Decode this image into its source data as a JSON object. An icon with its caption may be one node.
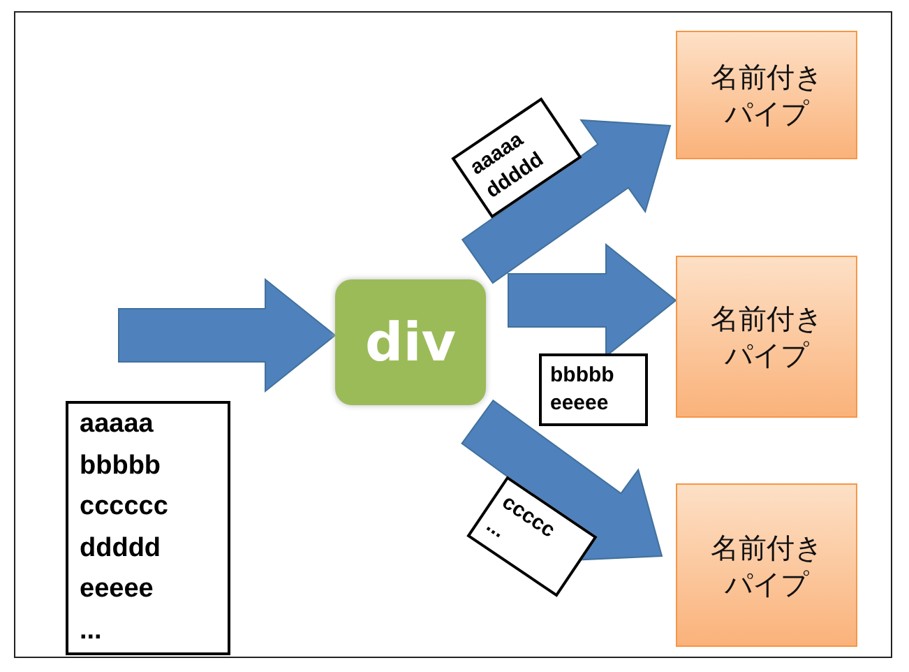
{
  "diagram": {
    "nodes": [
      {
        "text": [
          "aaaaa bbbbb cccccc ddddd eeeee ..."
        ]
      },
      {
        "text": [
          "div"
        ]
      },
      {
        "text": [
          "名前付きパイプ"
        ]
      },
      {
        "text": [
          "名前付きパイプ"
        ]
      },
      {
        "text": [
          "名前付きパイプ"
        ]
      }
    ],
    "edges": [
      {
        "from": null,
        "to": 1,
        "arrow": "to"
      },
      {
        "from": 1,
        "to": 2,
        "arrow": "to",
        "label": "aaaaa ddddd"
      },
      {
        "from": 1,
        "to": 3,
        "arrow": "to",
        "label": "bbbbb eeeee"
      },
      {
        "from": 1,
        "to": 4,
        "arrow": "to",
        "label": "ccccc ..."
      }
    ]
  }
}
